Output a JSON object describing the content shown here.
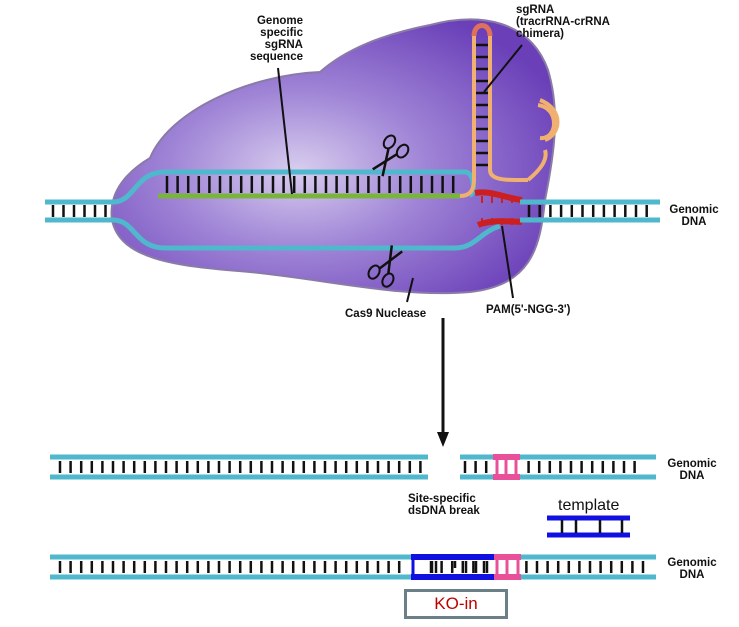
{
  "title": "CRISPR/Cas9 mediated knock-in (KO-in) schematic",
  "labels": {
    "genome_specific_sgrna": "Genome\nspecific\nsgRNA\nsequence",
    "sgrna_chimera": "sgRNA\n(tracrRNA-crRNA\nchimera)",
    "genomic_dna_top": "Genomic\nDNA",
    "pam": "PAM(5'-NGG-3')",
    "cas9": "Cas9 Nuclease",
    "genomic_dna_break": "Genomic\nDNA",
    "site_specific_break": "Site-specific\ndsDNA break",
    "template": "template",
    "genomic_dna_bottom": "Genomic\nDNA",
    "ko_in": "KO-in"
  },
  "colors": {
    "dna_strand": "#4fb8cc",
    "base_pair": "#111111",
    "protein": "#7a52c0",
    "protein_light": "#c9b9e6",
    "guide_rna": "#7bb43c",
    "sgrna_scaffold": "#f0b070",
    "sgrna_loop": "#e0705a",
    "pam": "#cc1f1f",
    "insert_site": "#e8509a",
    "template": "#1010e0",
    "ko_in_text": "#c00000",
    "ko_in_border": "#6b7f86"
  },
  "icons": {
    "scissors_top": "scissors-icon",
    "scissors_bottom": "scissors-icon",
    "arrow": "down-arrow-icon"
  }
}
